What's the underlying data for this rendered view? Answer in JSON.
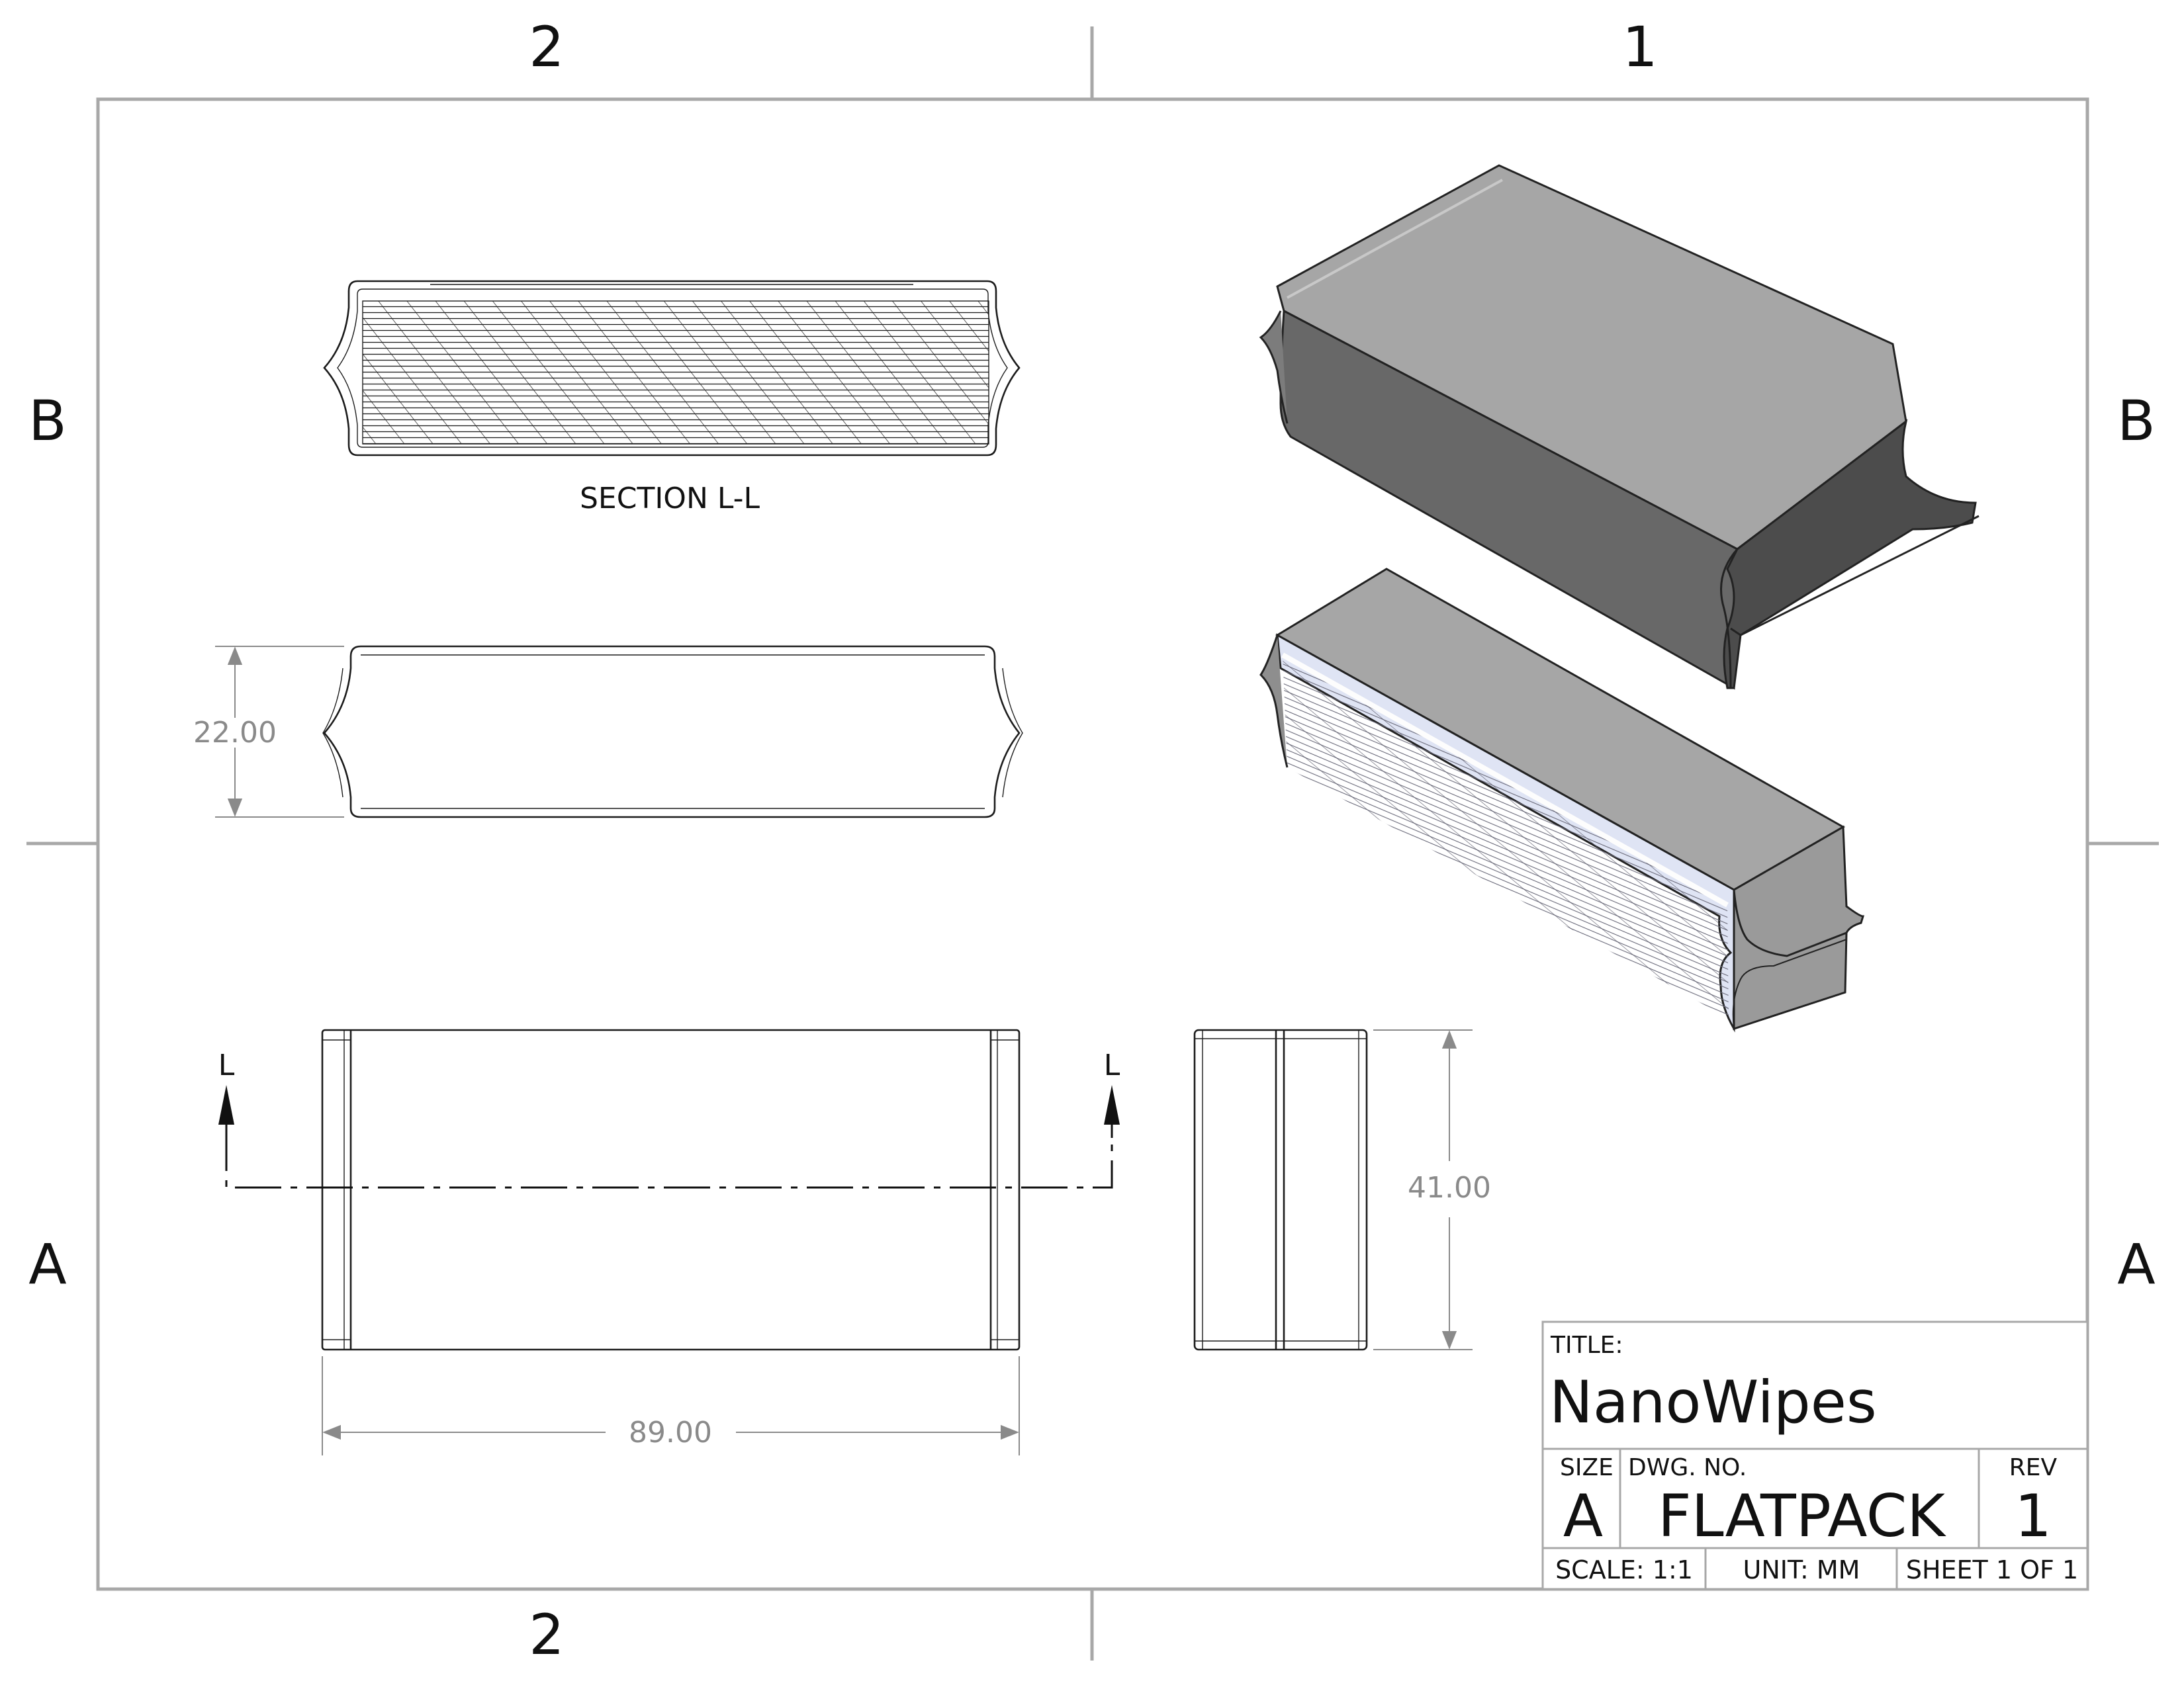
{
  "zones": {
    "top": [
      "2",
      "1"
    ],
    "bottom": [
      "2"
    ],
    "left": [
      "B",
      "A"
    ],
    "right": [
      "B",
      "A"
    ]
  },
  "section_label": "SECTION L-L",
  "section_markers": [
    "L",
    "L"
  ],
  "dimensions": {
    "side_height": "22.00",
    "end_height": "41.00",
    "length": "89.00"
  },
  "title_block": {
    "title_caption": "TITLE:",
    "title": "NanoWipes",
    "size_caption": "SIZE",
    "size": "A",
    "dwg_no_caption": "DWG.  NO.",
    "dwg_no": "FLATPACK",
    "rev_caption": "REV",
    "rev": "1",
    "scale": "SCALE: 1:1",
    "unit": "UNIT: MM",
    "sheet": "SHEET 1 OF 1"
  },
  "colors": {
    "frame": "#a8a8a8",
    "iso_top": "#a6a6a6",
    "iso_side": "#6b6b6b",
    "iso_end": "#4f4f4f",
    "section_fill": "#dfe4f4"
  }
}
